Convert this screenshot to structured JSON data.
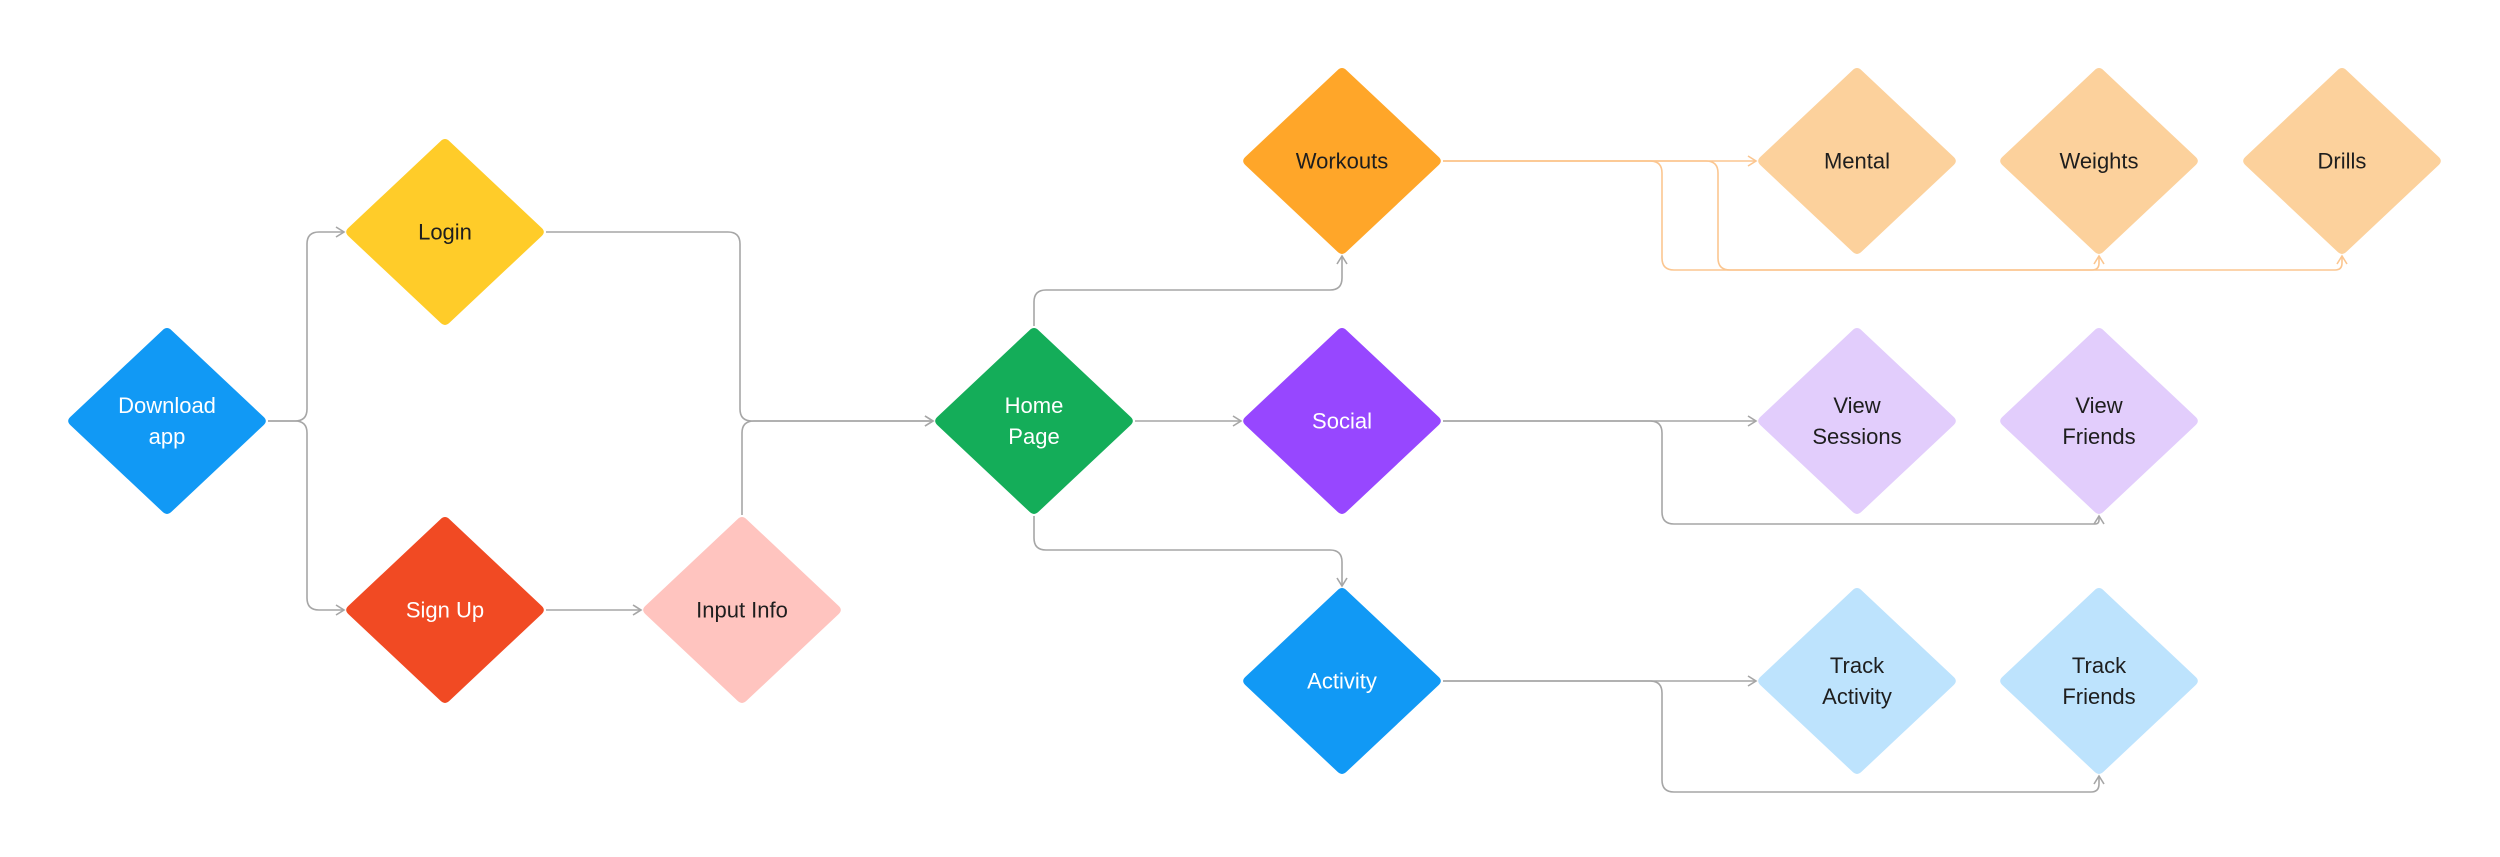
{
  "diagram": {
    "type": "flowchart",
    "nodes": [
      {
        "id": "download",
        "lines": [
          "Download",
          "app"
        ],
        "fill": "#1199f5",
        "text_color": "#ffffff"
      },
      {
        "id": "login",
        "lines": [
          "Login"
        ],
        "fill": "#ffcc29",
        "text_color": "#1e1e1e"
      },
      {
        "id": "signup",
        "lines": [
          "Sign Up"
        ],
        "fill": "#f14a23",
        "text_color": "#ffffff"
      },
      {
        "id": "inputinfo",
        "lines": [
          "Input Info"
        ],
        "fill": "#ffc4bf",
        "text_color": "#1e1e1e"
      },
      {
        "id": "home",
        "lines": [
          "Home",
          "Page"
        ],
        "fill": "#14ad59",
        "text_color": "#ffffff"
      },
      {
        "id": "workouts",
        "lines": [
          "Workouts"
        ],
        "fill": "#ffa629",
        "text_color": "#1e1e1e"
      },
      {
        "id": "social",
        "lines": [
          "Social"
        ],
        "fill": "#9747ff",
        "text_color": "#ffffff"
      },
      {
        "id": "activity",
        "lines": [
          "Activity"
        ],
        "fill": "#1199f5",
        "text_color": "#ffffff"
      },
      {
        "id": "mental",
        "lines": [
          "Mental"
        ],
        "fill": "#fcd19c",
        "text_color": "#1e1e1e"
      },
      {
        "id": "weights",
        "lines": [
          "Weights"
        ],
        "fill": "#fcd19c",
        "text_color": "#1e1e1e"
      },
      {
        "id": "drills",
        "lines": [
          "Drills"
        ],
        "fill": "#fcd19c",
        "text_color": "#1e1e1e"
      },
      {
        "id": "viewsessions",
        "lines": [
          "View",
          "Sessions"
        ],
        "fill": "#e2cdfc",
        "text_color": "#1e1e1e"
      },
      {
        "id": "viewfriends",
        "lines": [
          "View",
          "Friends"
        ],
        "fill": "#e2cdfc",
        "text_color": "#1e1e1e"
      },
      {
        "id": "trackactivity",
        "lines": [
          "Track",
          "Activity"
        ],
        "fill": "#bde3fd",
        "text_color": "#1e1e1e"
      },
      {
        "id": "trackfriends",
        "lines": [
          "Track",
          "Friends"
        ],
        "fill": "#bde3fd",
        "text_color": "#1e1e1e"
      }
    ],
    "edges": [
      {
        "from": "download",
        "to": "login",
        "color": "#a6a6a6"
      },
      {
        "from": "download",
        "to": "signup",
        "color": "#a6a6a6"
      },
      {
        "from": "login",
        "to": "home",
        "color": "#a6a6a6"
      },
      {
        "from": "signup",
        "to": "inputinfo",
        "color": "#a6a6a6"
      },
      {
        "from": "inputinfo",
        "to": "home",
        "color": "#a6a6a6"
      },
      {
        "from": "home",
        "to": "workouts",
        "color": "#a6a6a6"
      },
      {
        "from": "home",
        "to": "social",
        "color": "#a6a6a6"
      },
      {
        "from": "home",
        "to": "activity",
        "color": "#a6a6a6"
      },
      {
        "from": "workouts",
        "to": "mental",
        "color": "#fbc690"
      },
      {
        "from": "workouts",
        "to": "weights",
        "color": "#fbc690"
      },
      {
        "from": "workouts",
        "to": "drills",
        "color": "#fbc690"
      },
      {
        "from": "social",
        "to": "viewsessions",
        "color": "#a6a6a6"
      },
      {
        "from": "social",
        "to": "viewfriends",
        "color": "#a6a6a6"
      },
      {
        "from": "activity",
        "to": "trackactivity",
        "color": "#a6a6a6"
      },
      {
        "from": "activity",
        "to": "trackfriends",
        "color": "#a6a6a6"
      }
    ]
  }
}
